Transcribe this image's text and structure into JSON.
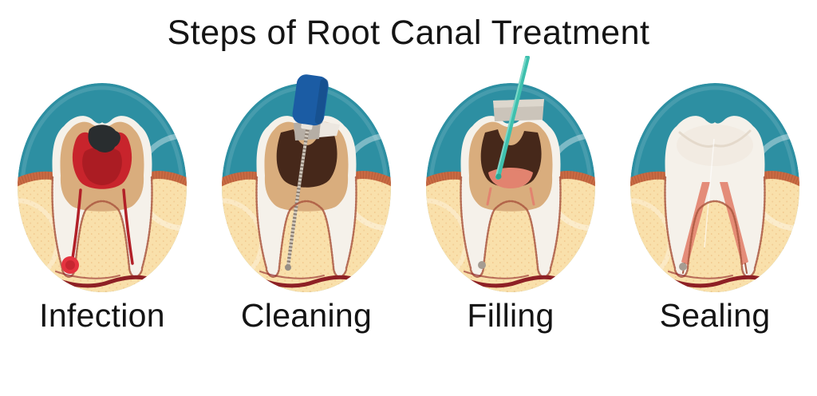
{
  "header": {
    "title": "Steps of Root Canal Treatment"
  },
  "steps": [
    {
      "label": "Infection",
      "description": "Tooth cross-section with dark cavity, inflamed red pulp and abscess at the root tip"
    },
    {
      "label": "Cleaning",
      "description": "Tooth cross-section with blue-handled endodontic file cleaning the emptied root canal"
    },
    {
      "label": "Filling",
      "description": "Tooth cross-section with teal gutta-percha point filling the cleaned canal"
    },
    {
      "label": "Sealing",
      "description": "Restored tooth sealed with an intact white crown and filled root canals"
    }
  ],
  "colors": {
    "teal": "#2d8fa2",
    "gum-light": "#f9e0ab",
    "gum-band": "#c96a43",
    "gum-band-dark": "#9a4c2d",
    "enamel": "#f5f1ea",
    "dentin": "#d9ad7d",
    "pulp-red": "#c8242c",
    "cavity-dark": "#292d2f",
    "chamber-brown": "#46281a",
    "tool-blue": "#1b5ca4",
    "tool-teal": "#3ec0ae",
    "salmon": "#e2836f",
    "deep-red": "#8e2025",
    "root-outline": "#aa5740",
    "text": "#141414"
  }
}
